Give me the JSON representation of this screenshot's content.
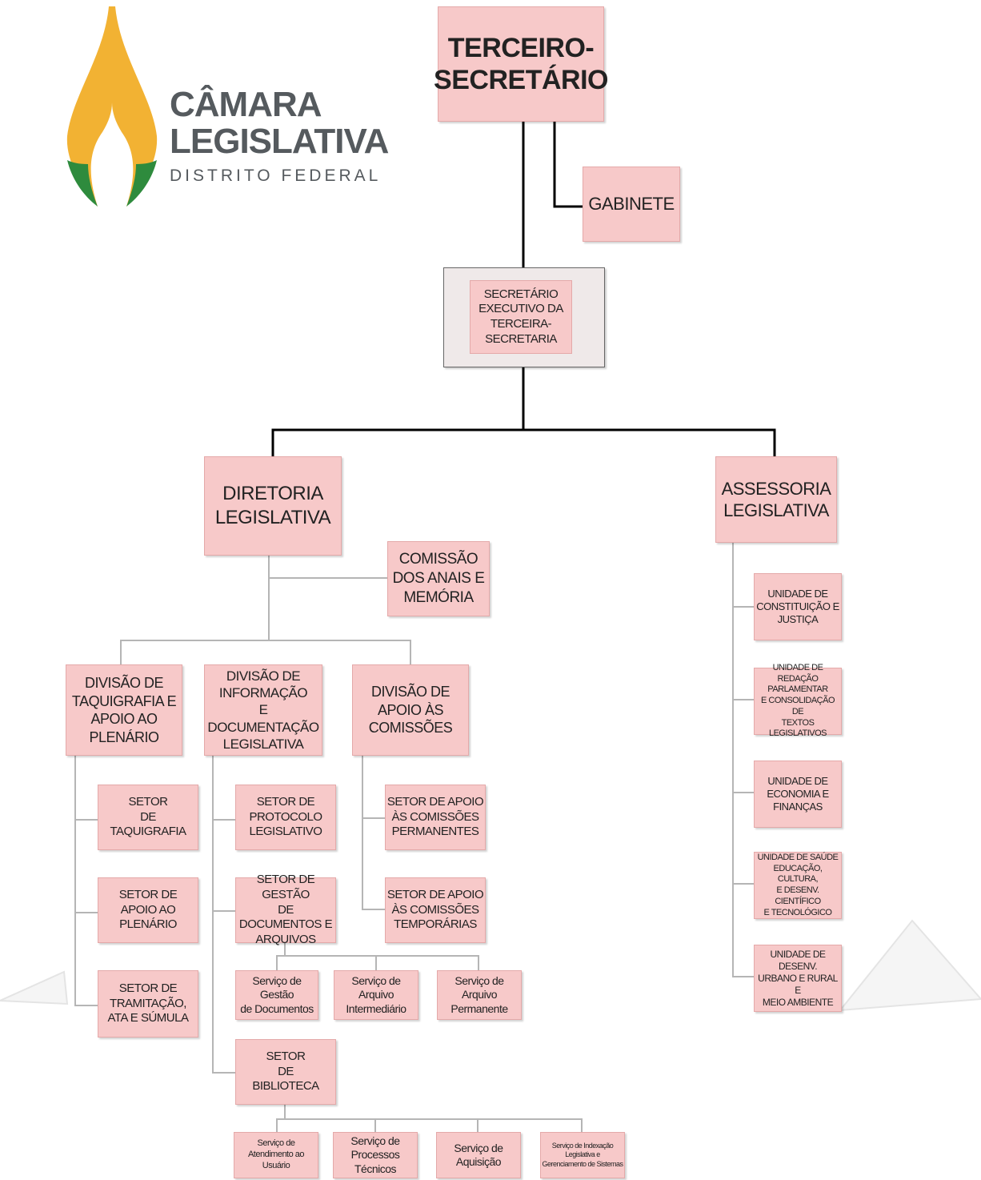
{
  "logo": {
    "line1": "CÂMARA",
    "line2": "LEGISLATIVA",
    "line3": "DISTRITO FEDERAL",
    "colors": {
      "gold": "#f2b233",
      "green": "#2e8b3d",
      "text": "#555a5e"
    }
  },
  "colors": {
    "box": "#f7c9c9",
    "box_border": "#e4a9a9",
    "exec_frame": "#efe9e9",
    "line_dark": "#000000",
    "line_light": "#b5b5b5"
  },
  "nodes": {
    "terceiro_secretario": "TERCEIRO-\nSECRETÁRIO",
    "gabinete": "GABINETE",
    "secretario_executivo": "SECRETÁRIO\nEXECUTIVO DA\nTERCEIRA-SECRETARIA",
    "diretoria_legislativa": "DIRETORIA\nLEGISLATIVA",
    "assessoria_legislativa": "ASSESSORIA\nLEGISLATIVA",
    "comissao_anais": "COMISSÃO\nDOS ANAIS E\nMEMÓRIA",
    "div_taquigrafia": "DIVISÃO DE\nTAQUIGRAFIA E\nAPOIO AO PLENÁRIO",
    "div_informacao": "DIVISÃO DE INFORMAÇÃO\nE DOCUMENTAÇÃO\nLEGISLATIVA",
    "div_apoio_comissoes": "DIVISÃO DE\nAPOIO ÀS\nCOMISSÕES",
    "setor_taquigrafia": "SETOR\nDE\nTAQUIGRAFIA",
    "setor_apoio_plenario": "SETOR DE\nAPOIO AO\nPLENÁRIO",
    "setor_tramitacao": "SETOR DE\nTRAMITAÇÃO,\nATA E SÚMULA",
    "setor_protocolo": "SETOR DE\nPROTOCOLO\nLEGISLATIVO",
    "setor_gestao_documentos": "SETOR DE GESTÃO\nDE DOCUMENTOS E\nARQUIVOS",
    "setor_biblioteca": "SETOR\nDE\nBIBLIOTECA",
    "setor_comissoes_permanentes": "SETOR DE APOIO\nÀS COMISSÕES\nPERMANENTES",
    "setor_comissoes_temporarias": "SETOR DE APOIO\nÀS COMISSÕES\nTEMPORÁRIAS",
    "servico_gestao_documentos": "Serviço de Gestão\nde Documentos",
    "servico_arquivo_intermediario": "Serviço de Arquivo\nIntermediário",
    "servico_arquivo_permanente": "Serviço de Arquivo\nPermanente",
    "servico_atendimento_usuario": "Serviço de\nAtendimento ao Usuário",
    "servico_processos_tecnicos": "Serviço de\nProcessos Técnicos",
    "servico_aquisicao": "Serviço de\nAquisição",
    "servico_indexacao": "Serviço de Indexação\nLegislativa e\nGerenciamento de Sistemas",
    "unidade_constituicao": "UNIDADE DE\nCONSTITUIÇÃO E\nJUSTIÇA",
    "unidade_redacao": "UNIDADE DE\nREDAÇÃO PARLAMENTAR\nE CONSOLIDAÇÃO DE\nTEXTOS LEGISLATIVOS",
    "unidade_economia": "UNIDADE DE\nECONOMIA E\nFINANÇAS",
    "unidade_saude": "UNIDADE DE SAÚDE\nEDUCAÇÃO, CULTURA,\nE DESENV. CIENTÍFICO\nE TECNOLÓGICO",
    "unidade_desenv_urbano": "UNIDADE DE DESENV.\nURBANO E RURAL E\nMEIO AMBIENTE"
  }
}
